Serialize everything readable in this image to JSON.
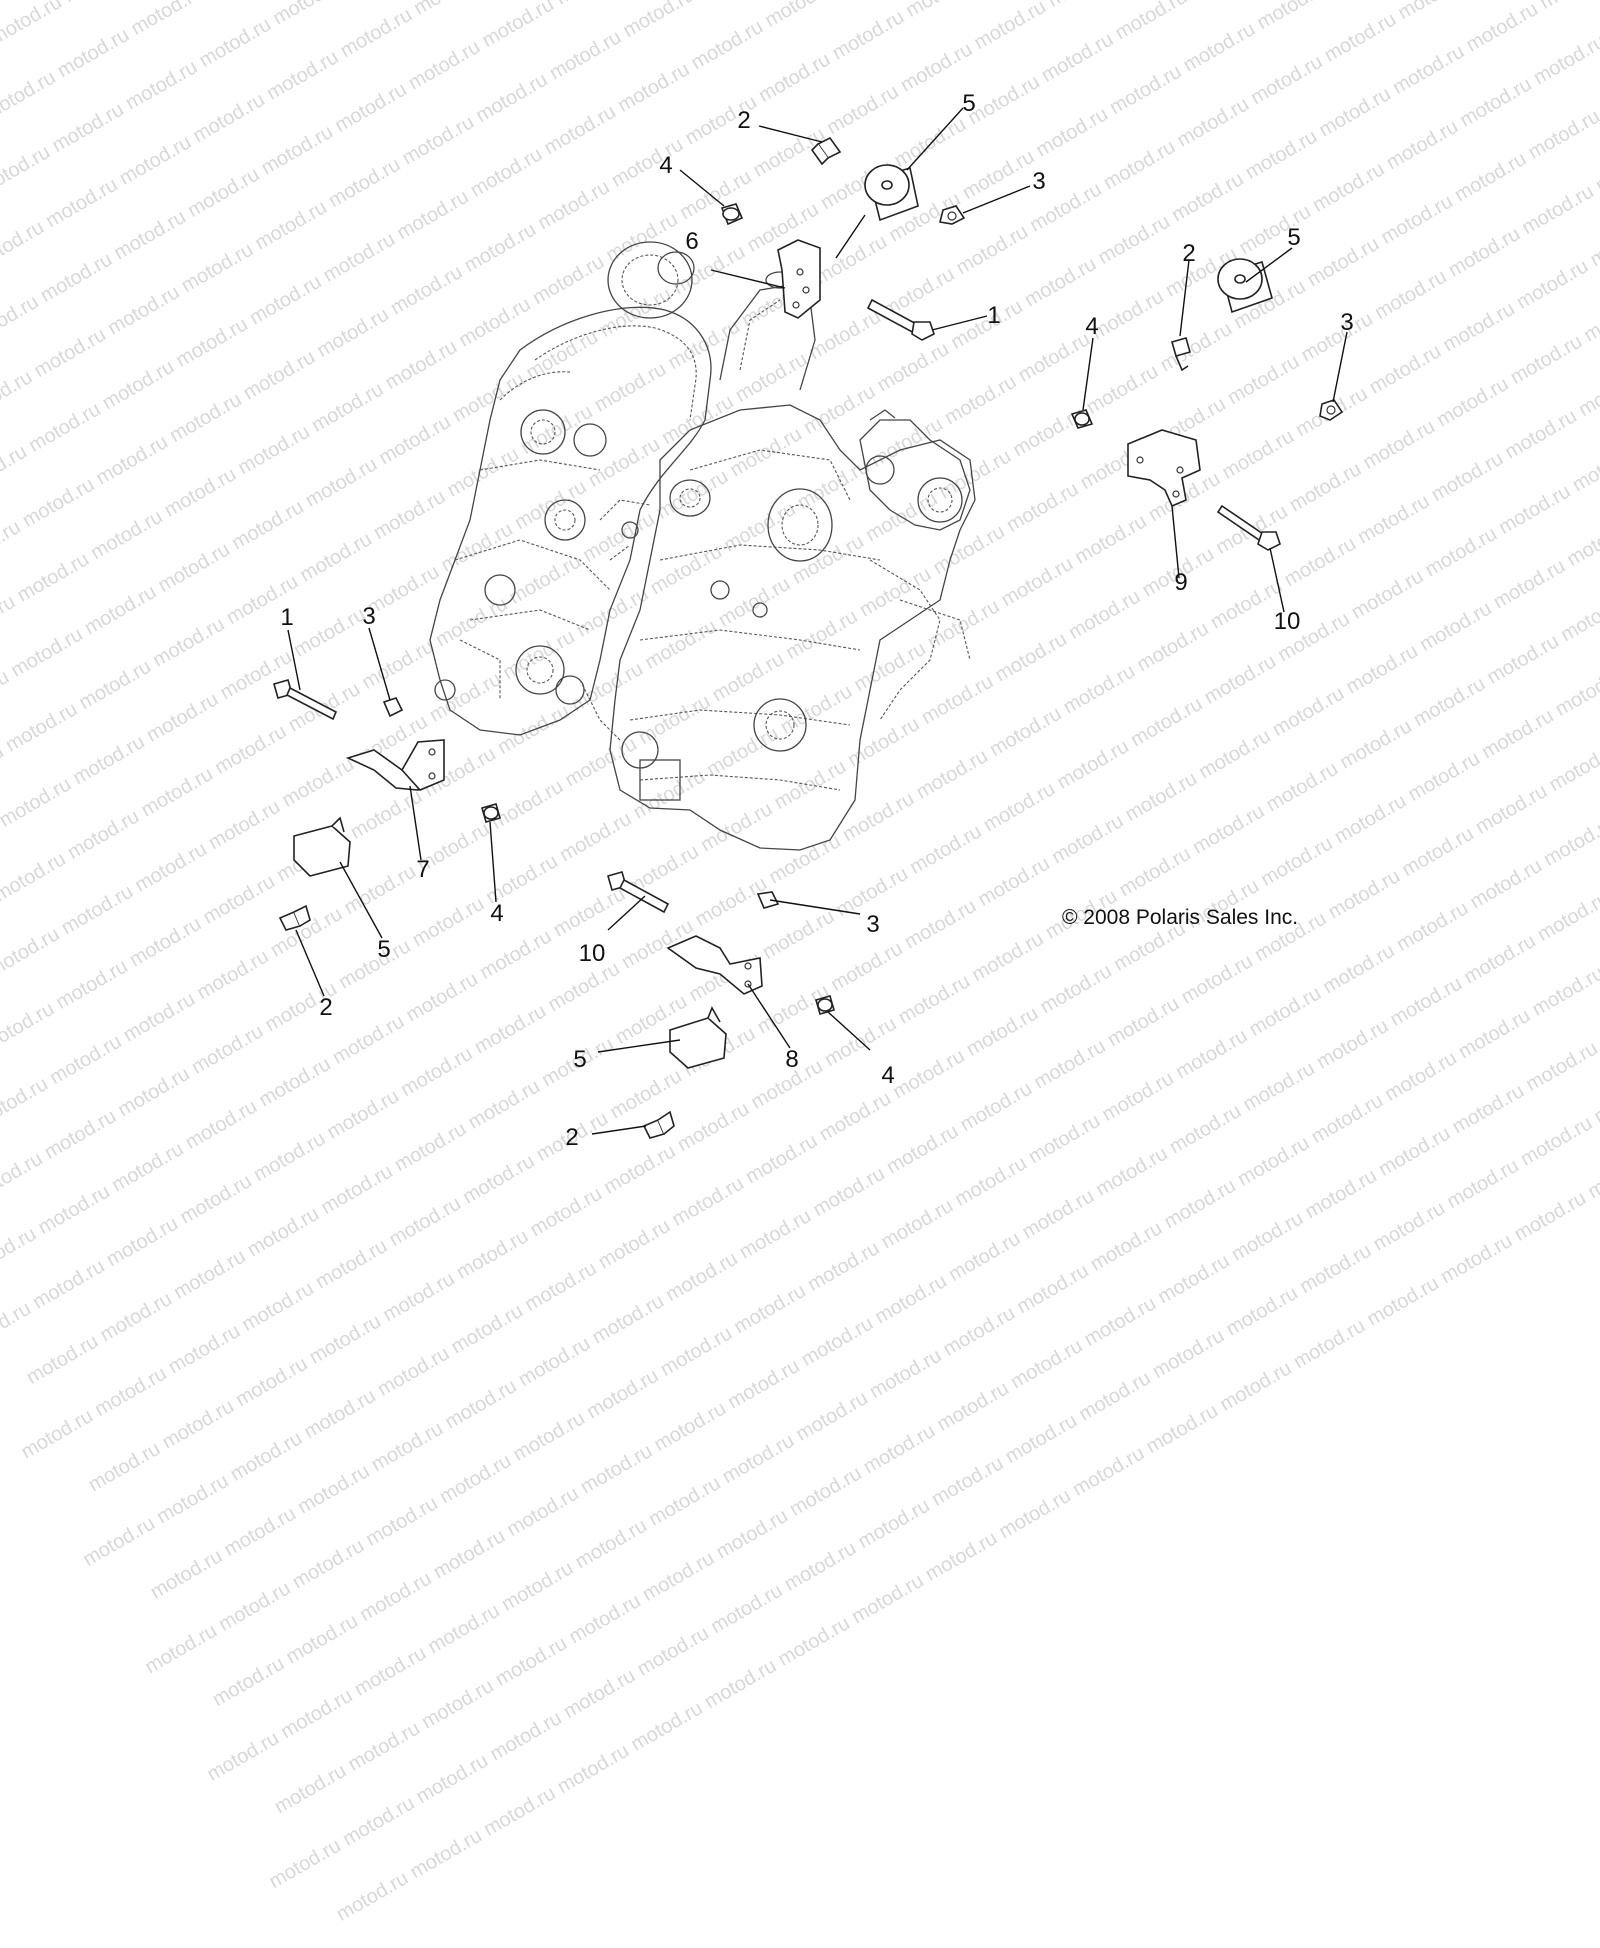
{
  "watermark": {
    "text": "motod.ru"
  },
  "copyright": "© 2008 Polaris Sales Inc.",
  "callouts": [
    {
      "id": "c1",
      "label": "2"
    },
    {
      "id": "c2",
      "label": "5"
    },
    {
      "id": "c3",
      "label": "4"
    },
    {
      "id": "c4",
      "label": "3"
    },
    {
      "id": "c5",
      "label": "6"
    },
    {
      "id": "c6",
      "label": "1"
    },
    {
      "id": "c7",
      "label": "2"
    },
    {
      "id": "c8",
      "label": "5"
    },
    {
      "id": "c9",
      "label": "4"
    },
    {
      "id": "c10",
      "label": "3"
    },
    {
      "id": "c11",
      "label": "9"
    },
    {
      "id": "c12",
      "label": "10"
    },
    {
      "id": "c13",
      "label": "1"
    },
    {
      "id": "c14",
      "label": "3"
    },
    {
      "id": "c15",
      "label": "7"
    },
    {
      "id": "c16",
      "label": "4"
    },
    {
      "id": "c17",
      "label": "5"
    },
    {
      "id": "c18",
      "label": "2"
    },
    {
      "id": "c19",
      "label": "10"
    },
    {
      "id": "c20",
      "label": "3"
    },
    {
      "id": "c21",
      "label": "8"
    },
    {
      "id": "c22",
      "label": "4"
    },
    {
      "id": "c23",
      "label": "5"
    },
    {
      "id": "c24",
      "label": "2"
    }
  ]
}
